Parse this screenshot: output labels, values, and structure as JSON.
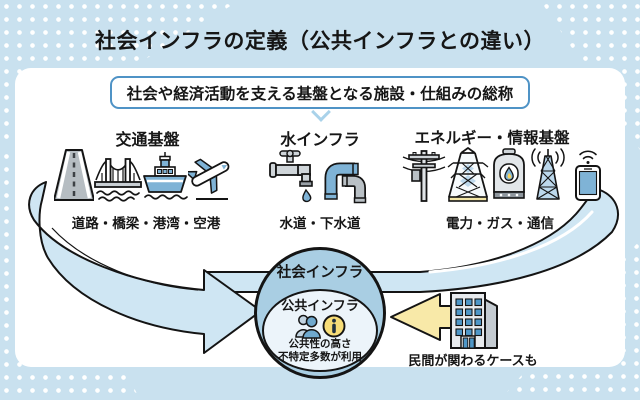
{
  "page": {
    "title": "社会インフラの定義（公共インフラとの違い）",
    "subtitle": "社会や経済活動を支える基盤となる施設・仕組みの総称"
  },
  "colors": {
    "background": "#c9e1ef",
    "panel": "#ffffff",
    "accent_blue": "#7fb3d6",
    "swoosh_fill": "#cfe6f3",
    "subtitle_border": "#4f93c6",
    "outer_circle_fill": "#a9cee3",
    "inner_circle_fill": "#ecf4fa",
    "yellow_arrow_fill": "#f8e9a8",
    "info_icon_yellow": "#f7dd78"
  },
  "categories": [
    {
      "label": "交通基盤",
      "caption": "道路・橋梁・港湾・空港",
      "icons": [
        "road-icon",
        "bridge-icon",
        "ship-icon",
        "airplane-icon"
      ]
    },
    {
      "label": "水インフラ",
      "caption": "水道・下水道",
      "icons": [
        "faucet-icon",
        "pipes-icon"
      ]
    },
    {
      "label": "エネルギー・情報基盤",
      "caption": "電力・ガス・通信",
      "icons": [
        "utility-pole-icon",
        "transmission-tower-icon",
        "gas-tank-icon",
        "antenna-icon",
        "smartphone-icon"
      ]
    }
  ],
  "venn": {
    "outer_label": "社会インフラ",
    "inner_label": "公共インフラ",
    "inner_icons": [
      "people-icon",
      "info-icon"
    ],
    "note_line1": "公共性の高さ",
    "note_line2": "不特定多数が利用"
  },
  "private_sector": {
    "note": "民間が関わるケースも",
    "icon": "office-building-icon"
  }
}
